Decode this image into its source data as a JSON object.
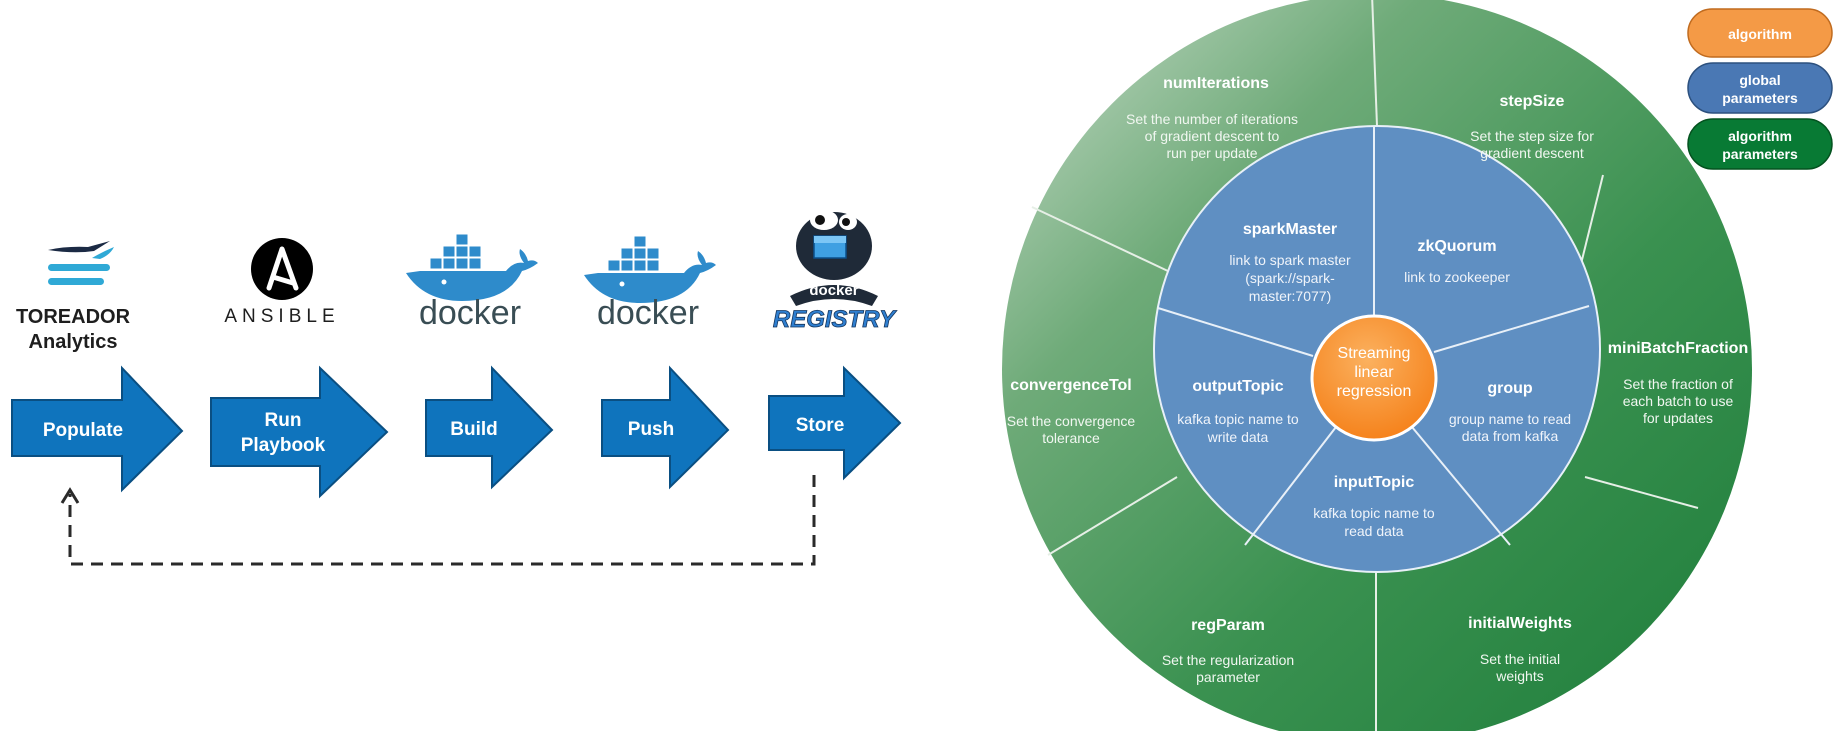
{
  "pipeline": {
    "logos": {
      "toreador": {
        "line1": "TOREADOR",
        "line2": "Analytics"
      },
      "ansible": {
        "text": "ANSIBLE"
      },
      "docker_build": {
        "text": "docker"
      },
      "docker_push": {
        "text": "docker"
      },
      "registry": {
        "badge": "docker",
        "text": "REGISTRY"
      }
    },
    "steps": [
      {
        "line1": "Populate",
        "line2": ""
      },
      {
        "line1": "Run",
        "line2": "Playbook"
      },
      {
        "line1": "Build",
        "line2": ""
      },
      {
        "line1": "Push",
        "line2": ""
      },
      {
        "line1": "Store",
        "line2": ""
      }
    ]
  },
  "wheel": {
    "center": {
      "line1": "Streaming",
      "line2": "linear",
      "line3": "regression"
    },
    "inner": [
      {
        "name": "sparkMaster",
        "desc": [
          "link to spark master",
          "(spark://spark-",
          "master:7077)"
        ]
      },
      {
        "name": "zkQuorum",
        "desc": [
          "link to zookeeper"
        ]
      },
      {
        "name": "group",
        "desc": [
          "group name to read",
          "data from kafka"
        ]
      },
      {
        "name": "inputTopic",
        "desc": [
          "kafka topic name to",
          "read data"
        ]
      },
      {
        "name": "outputTopic",
        "desc": [
          "kafka topic name to",
          "write data"
        ]
      }
    ],
    "outer": [
      {
        "name": "numIterations",
        "desc": [
          "Set the number of iterations",
          "of gradient descent to",
          "run per update"
        ]
      },
      {
        "name": "stepSize",
        "desc": [
          "Set the step size for",
          "gradient descent"
        ]
      },
      {
        "name": "miniBatchFraction",
        "desc": [
          "Set the fraction of",
          "each batch to use",
          "for updates"
        ]
      },
      {
        "name": "initialWeights",
        "desc": [
          "Set the initial",
          "weights"
        ]
      },
      {
        "name": "regParam",
        "desc": [
          "Set the regularization",
          "parameter"
        ]
      },
      {
        "name": "convergenceTol",
        "desc": [
          "Set the convergence",
          "tolerance"
        ]
      }
    ]
  },
  "legend": [
    {
      "line1": "algorithm",
      "line2": ""
    },
    {
      "line1": "global",
      "line2": "parameters"
    },
    {
      "line1": "algorithm",
      "line2": "parameters"
    }
  ],
  "colors": {
    "arrow_blue": "#0f74bd",
    "inner_blue": "#5f8fc2",
    "outer_green": "#3a9150",
    "center_orange": "#f7861c",
    "legend_orange": "#f49a46",
    "legend_blue": "#4a78b4",
    "legend_green": "#087a34"
  }
}
